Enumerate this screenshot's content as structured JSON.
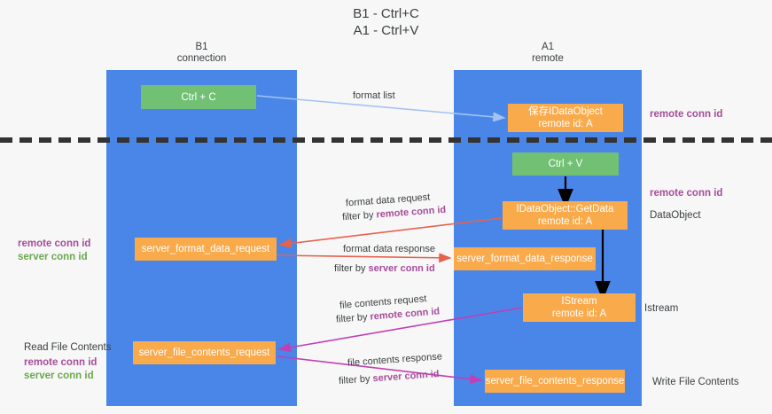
{
  "title": "B1 - Ctrl+C\nA1 - Ctrl+V",
  "columns": {
    "left": {
      "header": "B1\nconnection"
    },
    "right": {
      "header": "A1\nremote"
    }
  },
  "nodes": {
    "ctrl_c": {
      "line1": "Ctrl + C",
      "line2": "",
      "color": "#72c074"
    },
    "save_idataobject": {
      "line1": "保存IDataObject",
      "line2": "remote id: A",
      "color": "#f9aa4b"
    },
    "ctrl_v": {
      "line1": "Ctrl + V",
      "line2": "",
      "color": "#72c074"
    },
    "getdata": {
      "line1": "IDataObject::GetData",
      "line2": "remote id: A",
      "color": "#f9aa4b"
    },
    "server_format_data_request": {
      "line1": "server_format_data_request",
      "line2": "",
      "color": "#f9aa4b"
    },
    "server_format_data_response": {
      "line1": "server_format_data_response",
      "line2": "",
      "color": "#f9aa4b"
    },
    "istream": {
      "line1": "IStream",
      "line2": "remote id: A",
      "color": "#f9aa4b"
    },
    "server_file_contents_request": {
      "line1": "server_file_contents_request",
      "line2": "",
      "color": "#f9aa4b"
    },
    "server_file_contents_response": {
      "line1": "server_file_contents_response",
      "line2": "",
      "color": "#f9aa4b"
    }
  },
  "edges": {
    "format_list": {
      "label": "format list"
    },
    "format_data_request": {
      "label": "format data request",
      "filter_prefix": "filter by ",
      "filter_key": "remote conn id"
    },
    "format_data_response": {
      "label": "format data response",
      "filter_prefix": "filter by ",
      "filter_key": "server conn id"
    },
    "file_contents_request": {
      "label": "file contents request",
      "filter_prefix": "filter by ",
      "filter_key": "remote conn id"
    },
    "file_contents_response": {
      "label": "file contents response",
      "filter_prefix": "filter by ",
      "filter_key": "server conn id"
    }
  },
  "annotations": {
    "right_remote_conn_id_top": "remote conn id",
    "right_remote_conn_id_mid": "remote conn id",
    "dataobject": "DataObject",
    "istream": "Istream",
    "write_file_contents": "Write File Contents",
    "read_file_contents": "Read File Contents",
    "left_remote_conn_id_1": "remote conn id",
    "left_server_conn_id_1": "server conn id",
    "left_remote_conn_id_2": "remote conn id",
    "left_server_conn_id_2": "server conn id"
  },
  "colors": {
    "lane": "#4a86e8",
    "green_box": "#72c074",
    "orange_box": "#f9aa4b",
    "purple_text": "#a64d9a",
    "green_text": "#6aa84f",
    "divider": "#333333",
    "arrow_blue": "#a4c2f4",
    "arrow_red": "#e8614c",
    "arrow_magenta": "#c13fb5",
    "arrow_black": "#000000",
    "background": "#f7f7f7"
  }
}
